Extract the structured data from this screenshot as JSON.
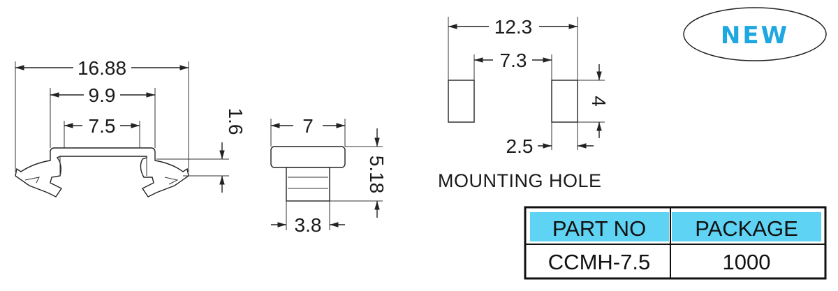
{
  "badge": {
    "text": "NEW",
    "color": "#1ea7e1"
  },
  "side_view": {
    "overall_width": "16.88",
    "inner_width": "9.9",
    "top_width": "7.5",
    "thickness": "1.6"
  },
  "front_view": {
    "head_width": "7",
    "height": "5.18",
    "stem_width": "3.8"
  },
  "mounting_hole": {
    "caption": "MOUNTING HOLE",
    "outer_span": "12.3",
    "inner_span": "7.3",
    "hole_height": "4",
    "hole_width": "2.5"
  },
  "table": {
    "header_fill": "#5fd3f3",
    "headers": [
      "PART NO",
      "PACKAGE"
    ],
    "row": [
      "CCMH-7.5",
      "1000"
    ]
  }
}
